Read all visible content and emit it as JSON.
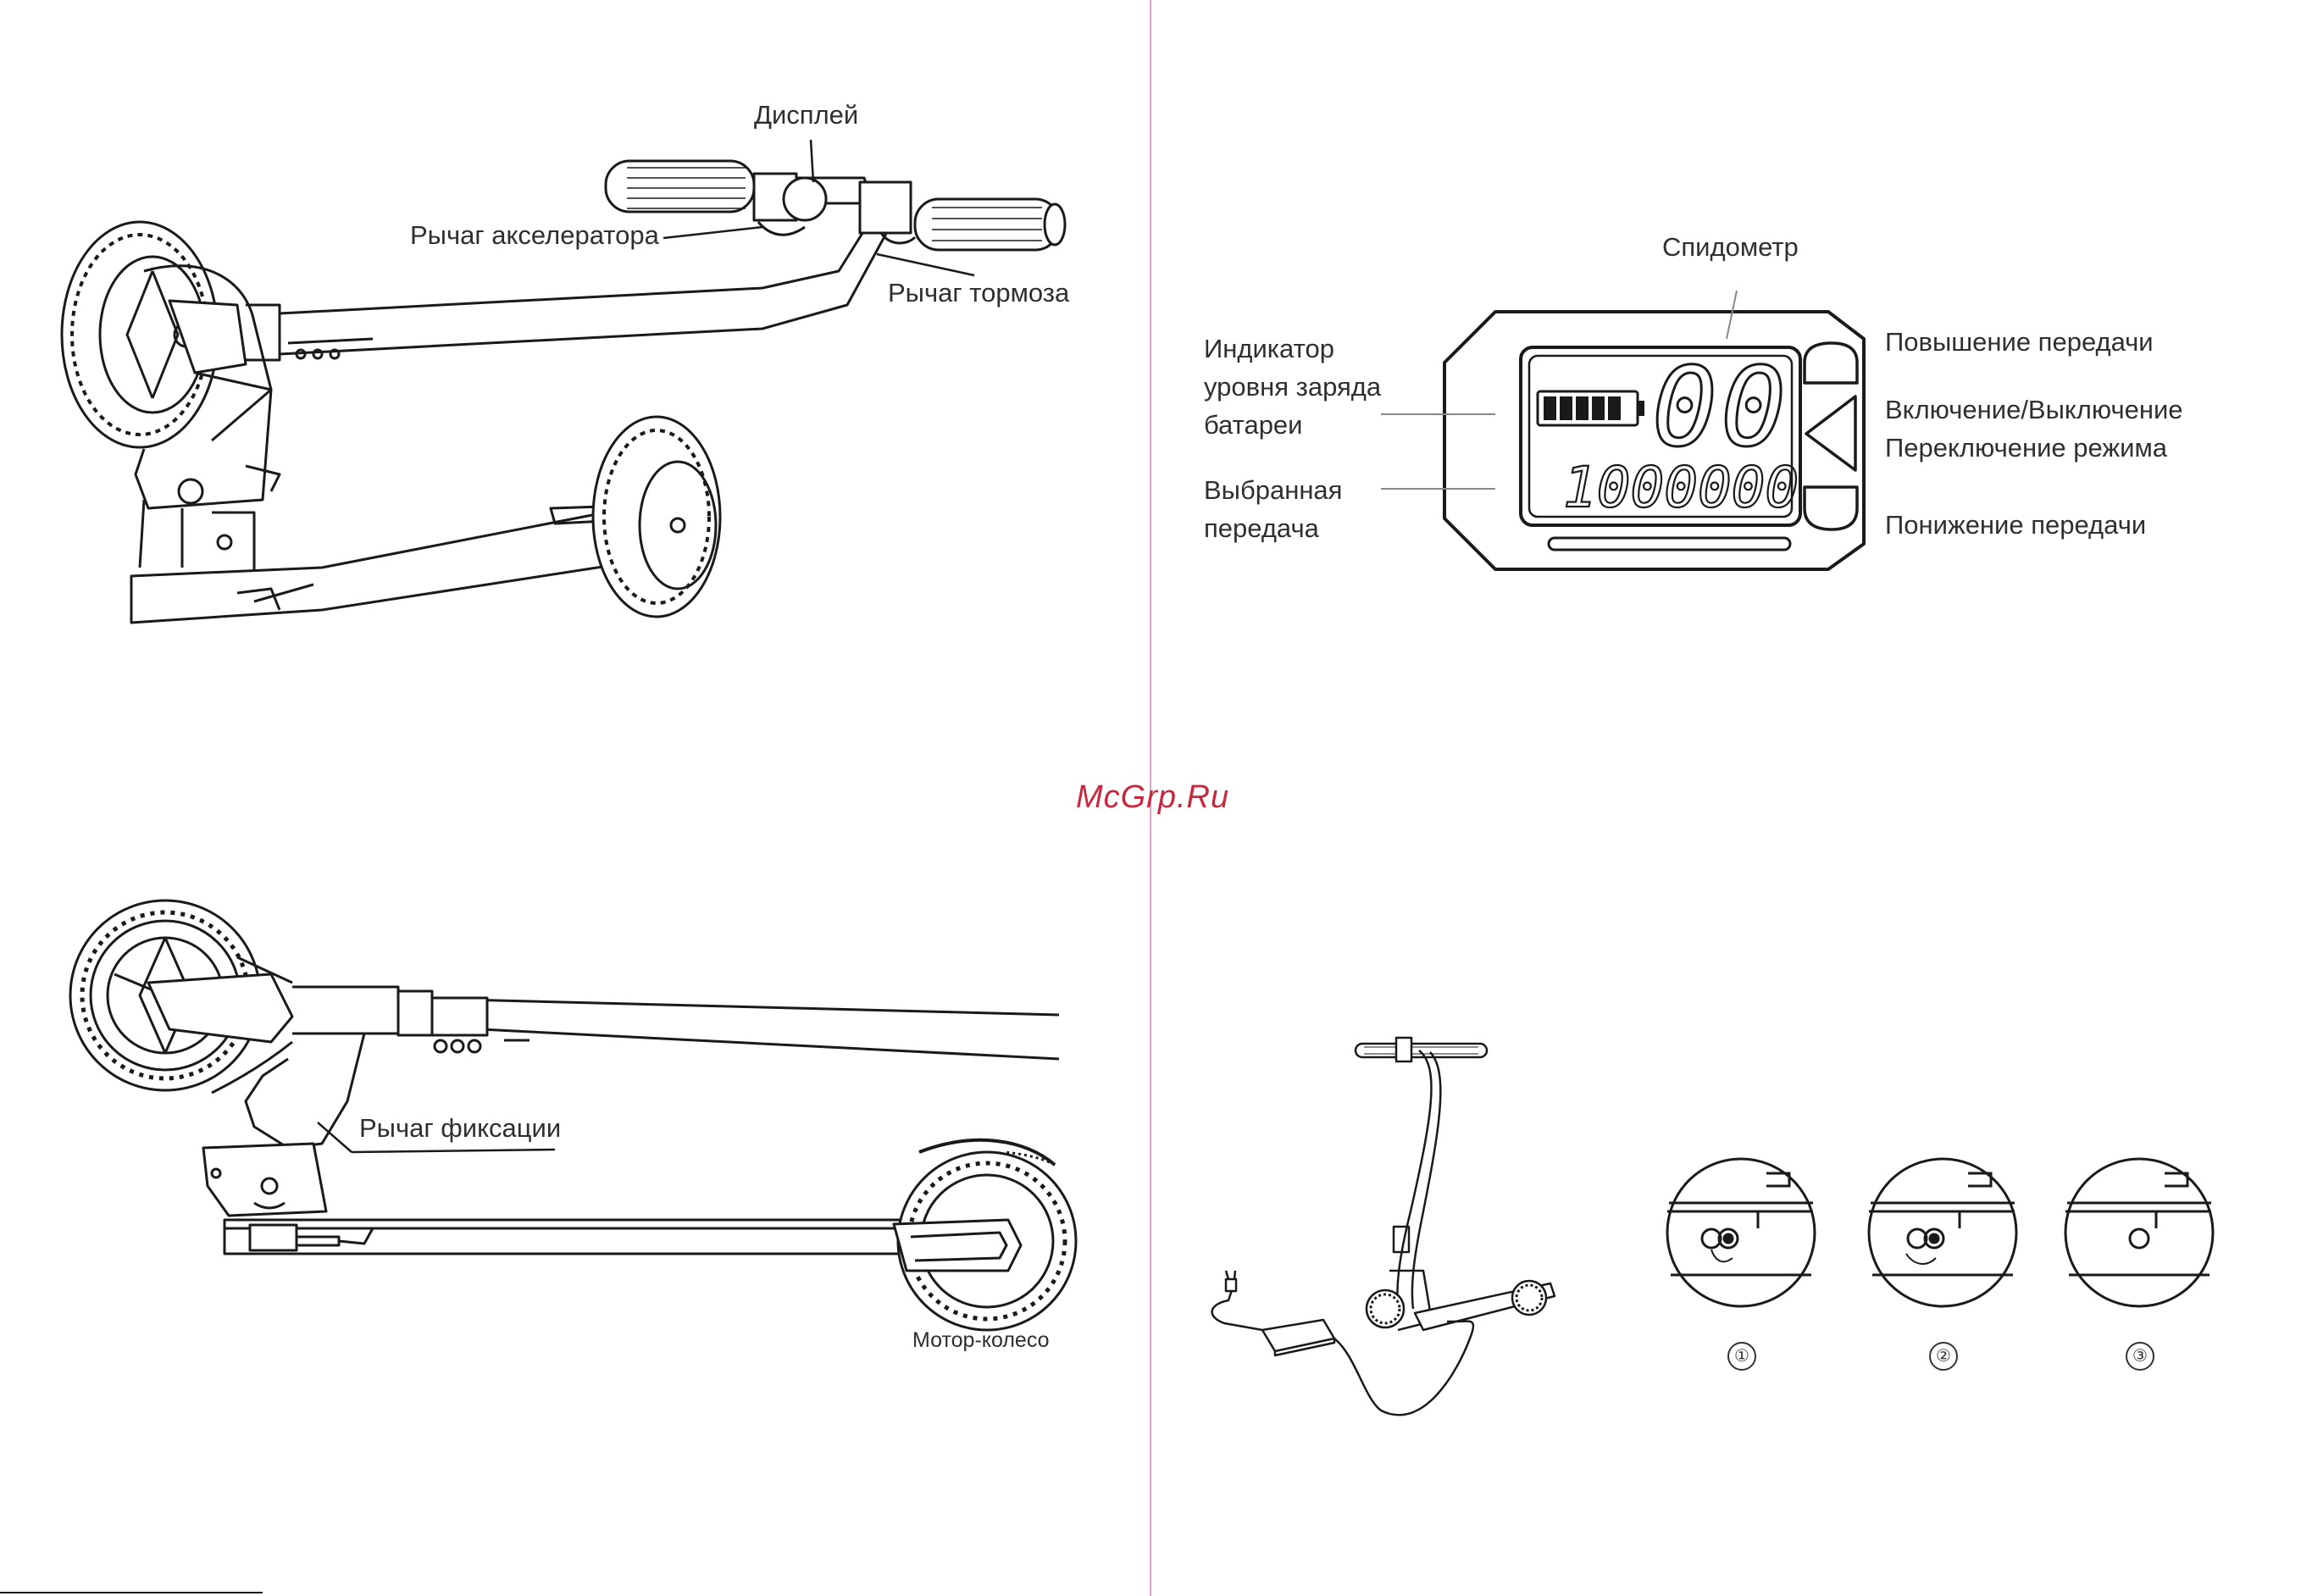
{
  "labels": {
    "display": "Дисплей",
    "accelerator": "Рычаг акселератора",
    "brake": "Рычаг тормоза",
    "lock": "Рычаг фиксации",
    "motor_wheel": "Мотор-колесо",
    "speedometer": "Спидометр",
    "battery_indicator": "Индикатор\nуровня заряда\nбатареи",
    "selected_gear": "Выбранная\nпередача",
    "gear_up": "Повышение передачи",
    "power_mode": "Включение/Выключение\nПереключение режима",
    "gear_down": "Понижение передачи"
  },
  "lcd": {
    "speed": "00",
    "odometer": "1000000",
    "battery_level": 1.0
  },
  "steps": [
    "①",
    "②",
    "③"
  ],
  "watermark": "McGrp.Ru",
  "colors": {
    "line": "#1a1a1a",
    "fold": "#e8a0c8",
    "watermark": "#c8283e"
  }
}
